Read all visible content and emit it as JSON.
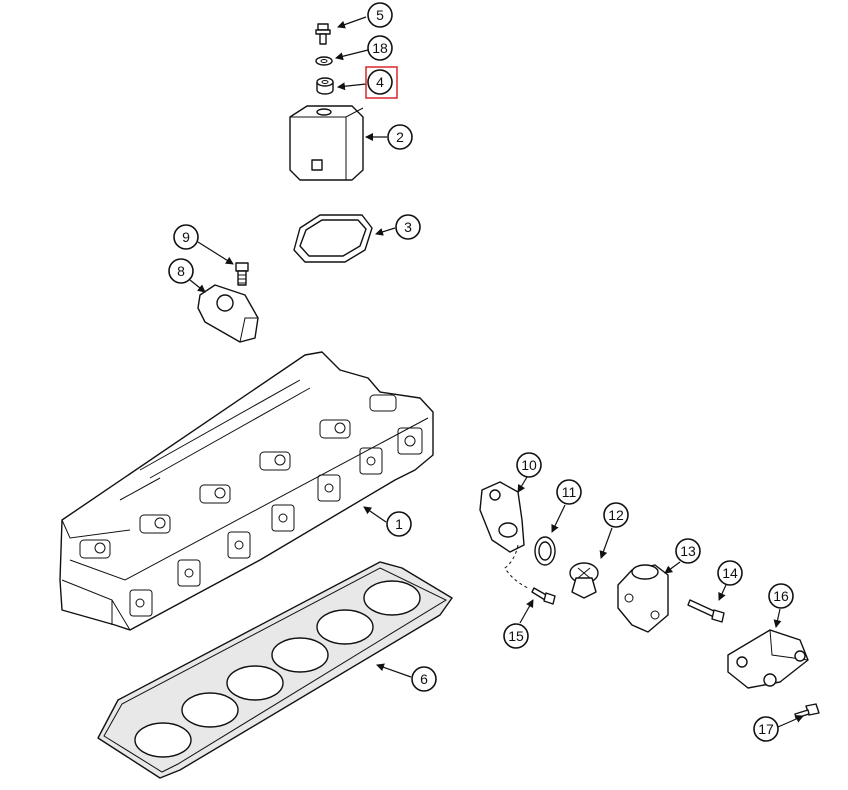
{
  "callouts": [
    {
      "label": "1"
    },
    {
      "label": "2"
    },
    {
      "label": "3"
    },
    {
      "label": "4"
    },
    {
      "label": "5"
    },
    {
      "label": "6"
    },
    {
      "label": "8"
    },
    {
      "label": "9"
    },
    {
      "label": "10"
    },
    {
      "label": "11"
    },
    {
      "label": "12"
    },
    {
      "label": "13"
    },
    {
      "label": "14"
    },
    {
      "label": "15"
    },
    {
      "label": "16"
    },
    {
      "label": "17"
    },
    {
      "label": "18"
    }
  ],
  "highlight": {
    "callout": "4",
    "color": "#d9262b"
  }
}
